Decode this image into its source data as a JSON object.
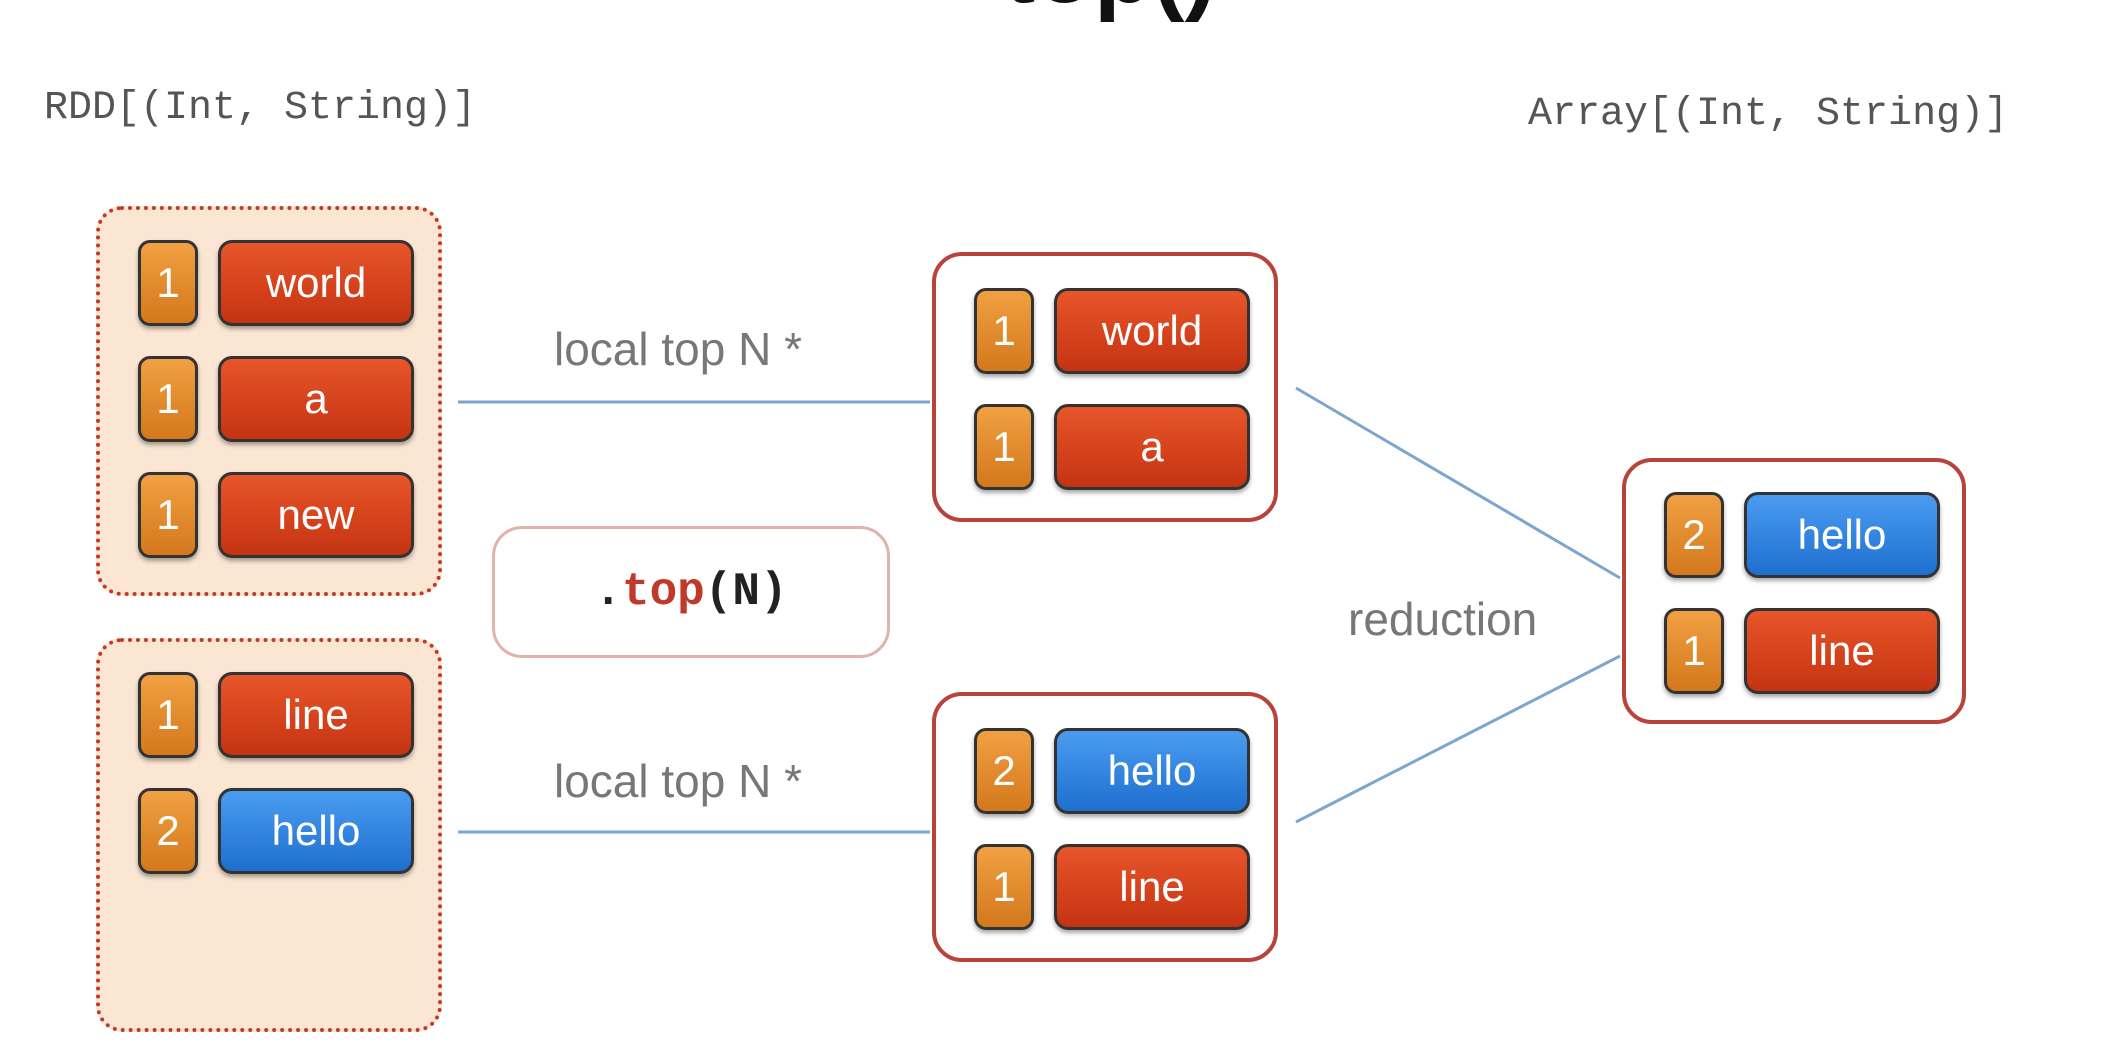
{
  "title_fragment": "top()",
  "rdd_type": "RDD[(Int, String)]",
  "array_type": "Array[(Int, String)]",
  "code": {
    "dot": ".",
    "method": "top",
    "args": "(N)"
  },
  "edge_labels": {
    "local_top_1": "local top N *",
    "local_top_2": "local top N *",
    "reduction": "reduction"
  },
  "colors": {
    "red": "#d8431e",
    "blue": "#2f80dd",
    "orange": "#e08a2c",
    "partition_border": "#c0392b",
    "line": "#7ba6cf"
  },
  "partitions": [
    {
      "items": [
        {
          "count": "1",
          "word": "world",
          "color": "red"
        },
        {
          "count": "1",
          "word": "a",
          "color": "red"
        },
        {
          "count": "1",
          "word": "new",
          "color": "red"
        }
      ]
    },
    {
      "items": [
        {
          "count": "1",
          "word": "line",
          "color": "red"
        },
        {
          "count": "2",
          "word": "hello",
          "color": "blue"
        }
      ]
    }
  ],
  "local_results": [
    {
      "items": [
        {
          "count": "1",
          "word": "world",
          "color": "red"
        },
        {
          "count": "1",
          "word": "a",
          "color": "red"
        }
      ]
    },
    {
      "items": [
        {
          "count": "2",
          "word": "hello",
          "color": "blue"
        },
        {
          "count": "1",
          "word": "line",
          "color": "red"
        }
      ]
    }
  ],
  "final_result": {
    "items": [
      {
        "count": "2",
        "word": "hello",
        "color": "blue"
      },
      {
        "count": "1",
        "word": "line",
        "color": "red"
      }
    ]
  }
}
